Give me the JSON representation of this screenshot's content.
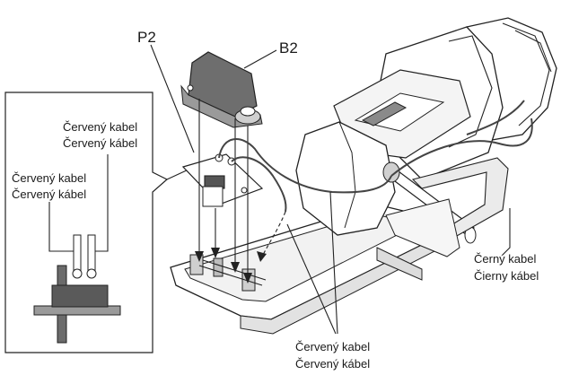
{
  "labels": {
    "p2": "P2",
    "b2": "B2",
    "inset_red_top_line1": "Červený kabel",
    "inset_red_top_line2": "Červený kábel",
    "inset_red_left_line1": "Červený kabel",
    "inset_red_left_line2": "Červený kábel",
    "black_line1": "Černý kabel",
    "black_line2": "Čierny kábel",
    "red_bottom_line1": "Červený kabel",
    "red_bottom_line2": "Červený kábel"
  }
}
